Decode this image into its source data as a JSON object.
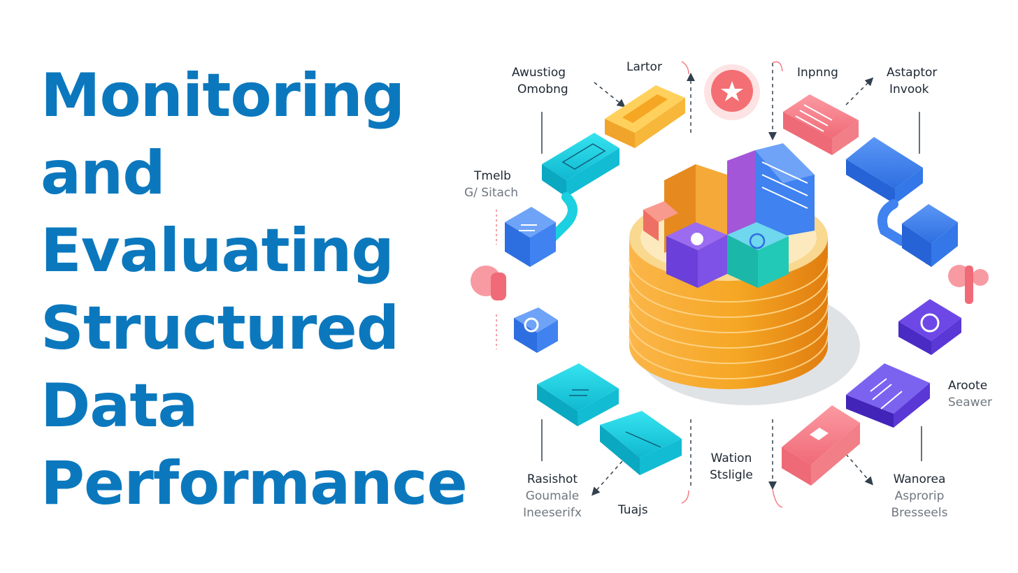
{
  "title_lines": [
    "Monitoring",
    "and",
    "Evaluating",
    "Structured",
    "Data",
    "Performance"
  ],
  "labels": {
    "top_left": [
      "Awustiog",
      "Omobng"
    ],
    "top_center": [
      "Lartor"
    ],
    "top_right_1": [
      "Inpnng"
    ],
    "top_right_2": [
      "Astaptor",
      "Invook"
    ],
    "mid_left": [
      "Tmelb",
      "G/ Sitach"
    ],
    "mid_right": [
      "Aroote",
      "Seawer"
    ],
    "bottom_left": [
      "Rasishot",
      "Goumale",
      "Ineeserifx"
    ],
    "bottom_center_1": [
      "Tuajs"
    ],
    "bottom_center_2": [
      "Wation",
      "Stsligle"
    ],
    "bottom_right": [
      "Wanorea",
      "Asprorip",
      "Bresseels"
    ]
  },
  "colors": {
    "title": "#0b78be",
    "cylinder": "#f5a623",
    "cyan": "#1bd0e0",
    "blue": "#3f82f0",
    "purple": "#5a3fd6",
    "pink": "#f67b86",
    "yellow": "#ffc93e",
    "teal": "#1bb7a8"
  },
  "icons": [
    "database-cylinder-icon",
    "star-badge-icon",
    "tile-icon",
    "magnifier-icon",
    "gear-icon"
  ]
}
